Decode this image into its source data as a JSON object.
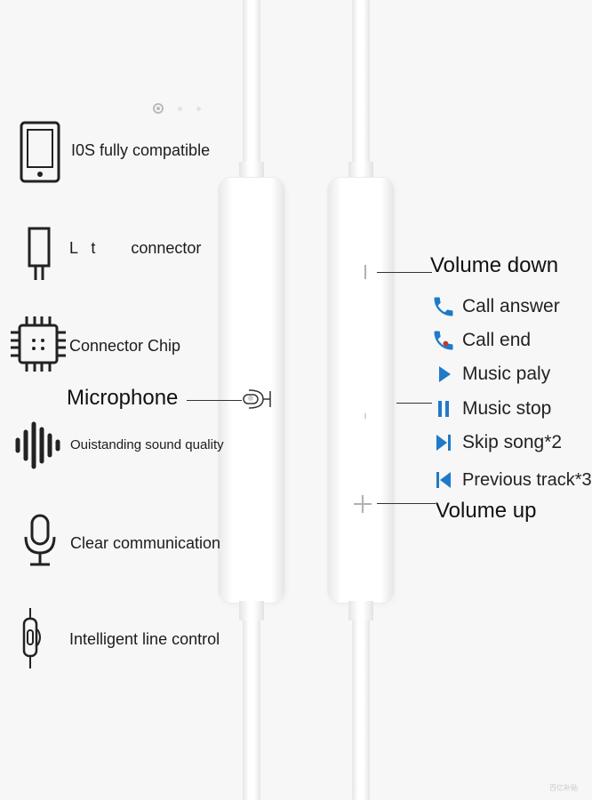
{
  "features": [
    {
      "icon": "phone-outline-icon",
      "label": "I0S fully compatible"
    },
    {
      "icon": "lightning-plug-icon",
      "label": "L   t        connector"
    },
    {
      "icon": "chip-icon",
      "label": "Connector Chip"
    },
    {
      "icon": "sound-wave-icon",
      "label": "Ouistanding sound quality"
    },
    {
      "icon": "microphone-icon",
      "label": "Clear communication"
    },
    {
      "icon": "inline-remote-icon",
      "label": "Intelligent line control"
    }
  ],
  "callouts": {
    "microphone": "Microphone",
    "volume_down": "Volume down",
    "volume_up": "Volume up"
  },
  "controls": [
    {
      "icon": "phone-answer-icon",
      "label": "Call answer"
    },
    {
      "icon": "phone-end-icon",
      "label": "Call end"
    },
    {
      "icon": "play-icon",
      "label": "Music paly"
    },
    {
      "icon": "pause-icon",
      "label": "Music stop"
    },
    {
      "icon": "skip-next-icon",
      "label": "Skip song*2"
    },
    {
      "icon": "skip-previous-icon",
      "label": "Previous track*3"
    }
  ],
  "accent_color": "#1f7ac9",
  "watermark": "百亿补贴"
}
